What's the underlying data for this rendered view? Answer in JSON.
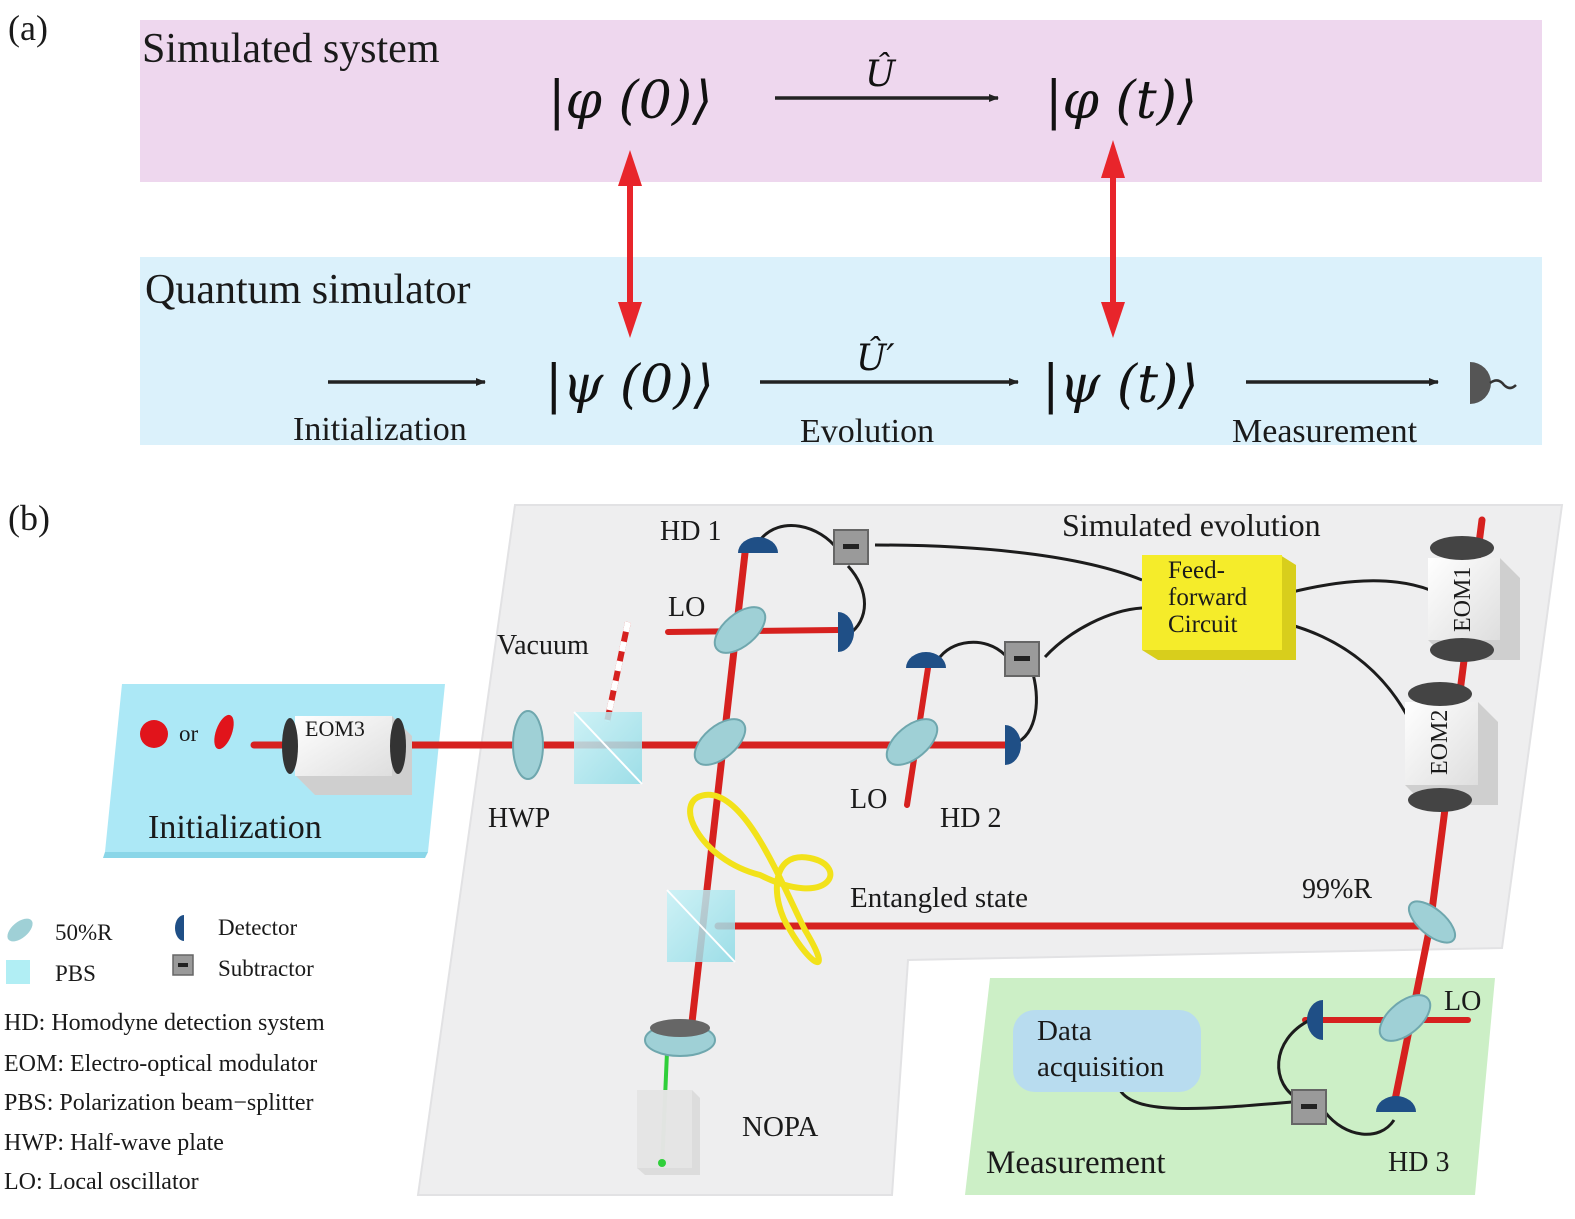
{
  "panel_a": {
    "label": "(a)",
    "simulated_system": {
      "title": "Simulated system",
      "state_initial": "|φ (0)⟩",
      "state_final": "|φ (t)⟩",
      "operator": "Û"
    },
    "quantum_simulator": {
      "title": "Quantum simulator",
      "state_initial": "|ψ (0)⟩",
      "state_final": "|ψ (t)⟩",
      "operator": "Û′",
      "step_initialization": "Initialization",
      "step_evolution": "Evolution",
      "step_measurement": "Measurement"
    },
    "colors": {
      "system_band": "#eed7ee",
      "simulator_band": "#dbf1fb",
      "mapping_arrow": "#e8252b"
    }
  },
  "panel_b": {
    "label": "(b)",
    "labels": {
      "hd1": "HD 1",
      "hd2": "HD 2",
      "hd3": "HD 3",
      "lo_top": "LO",
      "lo_mid": "LO",
      "lo_bottom": "LO",
      "vacuum": "Vacuum",
      "simulated_evolution": "Simulated evolution",
      "feed_forward": [
        "Feed-",
        "forward",
        "Circuit"
      ],
      "eom1": "EOM1",
      "eom2": "EOM2",
      "eom3": "EOM3",
      "or": "or",
      "initialization": "Initialization",
      "hwp": "HWP",
      "entangled_state": "Entangled state",
      "r99": "99%R",
      "data_acquisition": [
        "Data",
        "acquisition"
      ],
      "measurement": "Measurement",
      "nopa": "NOPA"
    },
    "legend": {
      "items": [
        {
          "symbol": "beamsplitter-50",
          "text": "50%R"
        },
        {
          "symbol": "detector",
          "text": "Detector"
        },
        {
          "symbol": "pbs",
          "text": "PBS"
        },
        {
          "symbol": "subtractor",
          "text": "Subtractor"
        }
      ],
      "abbreviations": [
        "HD:  Homodyne detection system",
        "EOM:  Electro-optical modulator",
        "PBS:  Polarization beam−splitter",
        "HWP:  Half-wave plate",
        "LO:  Local oscillator"
      ]
    },
    "colors": {
      "beam": "#d6211f",
      "pump": "#2fcf3a",
      "table": "#eeeeef",
      "init_zone": "#a3e6f5",
      "measure_zone": "#ccefc6",
      "feed_forward_box": "#f5ec2a",
      "fiber_loop": "#f2e21a",
      "optic": "#9fd0d6",
      "detector": "#1f4f86",
      "data_box": "#b8dcef"
    }
  }
}
